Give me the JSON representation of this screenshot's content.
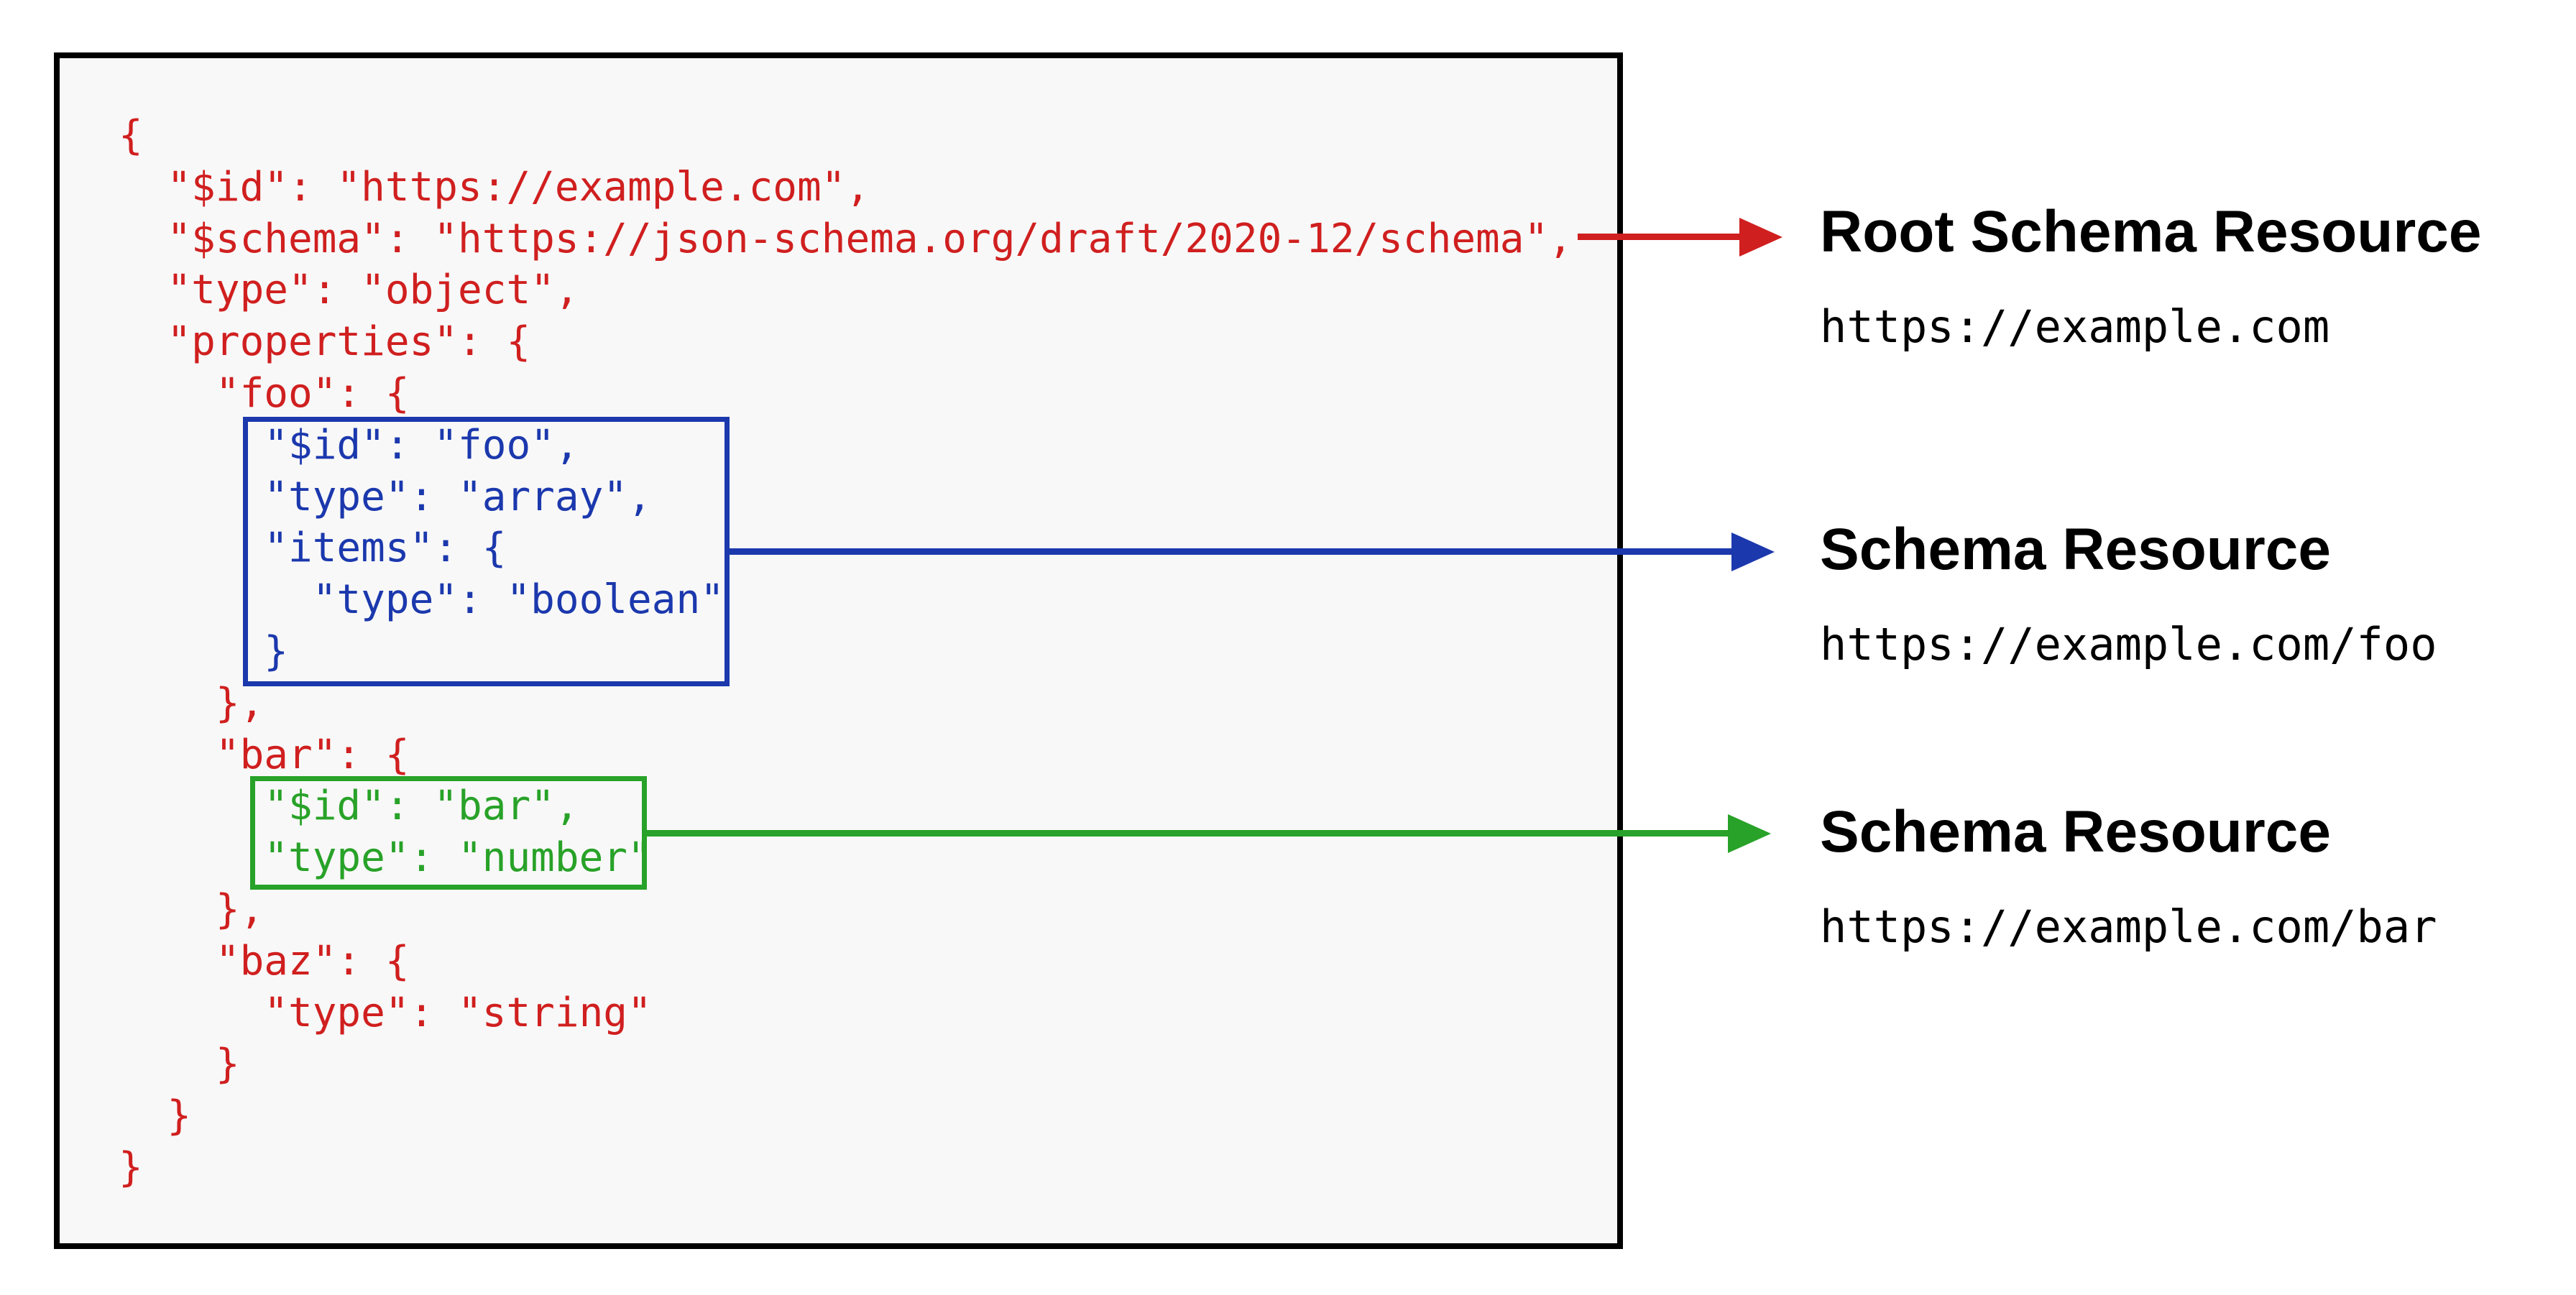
{
  "diagram": {
    "panel": {
      "background": "#f8f8f8",
      "border_color": "#000000"
    },
    "colors": {
      "root_red": "#d01f1f",
      "foo_blue": "#1b38ad",
      "bar_green": "#28a228",
      "label_black": "#000000"
    },
    "code_lines": [
      {
        "text": "{",
        "group": "root"
      },
      {
        "text": "  \"$id\": \"https://example.com\",",
        "group": "root"
      },
      {
        "text": "  \"$schema\": \"https://json-schema.org/draft/2020-12/schema\",",
        "group": "root"
      },
      {
        "text": "  \"type\": \"object\",",
        "group": "root"
      },
      {
        "text": "  \"properties\": {",
        "group": "root"
      },
      {
        "text": "    \"foo\": {",
        "group": "root"
      },
      {
        "text": "      \"$id\": \"foo\",",
        "group": "foo"
      },
      {
        "text": "      \"type\": \"array\",",
        "group": "foo"
      },
      {
        "text": "      \"items\": {",
        "group": "foo"
      },
      {
        "text": "        \"type\": \"boolean\"",
        "group": "foo"
      },
      {
        "text": "      }",
        "group": "foo"
      },
      {
        "text": "    },",
        "group": "root"
      },
      {
        "text": "    \"bar\": {",
        "group": "root"
      },
      {
        "text": "      \"$id\": \"bar\",",
        "group": "bar"
      },
      {
        "text": "      \"type\": \"number\"",
        "group": "bar"
      },
      {
        "text": "    },",
        "group": "root"
      },
      {
        "text": "    \"baz\": {",
        "group": "root"
      },
      {
        "text": "      \"type\": \"string\"",
        "group": "root"
      },
      {
        "text": "    }",
        "group": "root"
      },
      {
        "text": "  }",
        "group": "root"
      },
      {
        "text": "}",
        "group": "root"
      }
    ],
    "annotations": [
      {
        "title": "Root Schema Resource",
        "uri": "https://example.com",
        "arrow_color": "#d01f1f"
      },
      {
        "title": "Schema Resource",
        "uri": "https://example.com/foo",
        "arrow_color": "#1b38ad"
      },
      {
        "title": "Schema Resource",
        "uri": "https://example.com/bar",
        "arrow_color": "#28a228"
      }
    ]
  }
}
